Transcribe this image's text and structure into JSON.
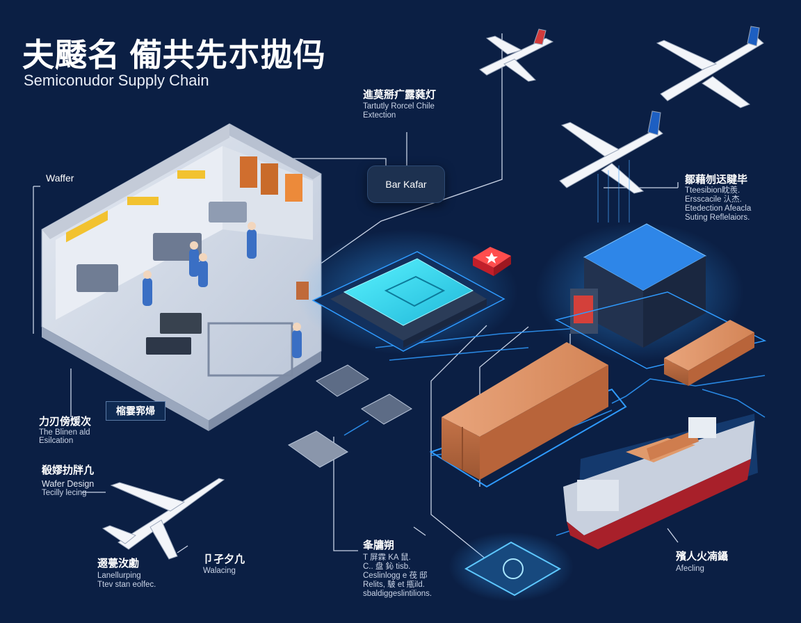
{
  "title": {
    "cn": "夫䬐名 僃共先朩拋㐷",
    "en": "Semiconudor Supply Chain"
  },
  "labels": {
    "wafer": "Waffer",
    "badge": "Bar Kafar",
    "top_center": {
      "cn": "進莫掰疒露蕤灯",
      "en1": "Tartutly Rorcel Chile",
      "en2": "Extection"
    },
    "right": {
      "cn": "鄒藉刎迗睷毕",
      "en1": "Tteesibion眈羨.",
      "en2": "Ersscacile 汄杰.",
      "en3": "Etedection Afeacla",
      "en4": "Suting Reflelaiors."
    },
    "left_mid": {
      "cn": "力刃傍煖次",
      "en1": "The Blinen ald",
      "en2": "Esilcation"
    },
    "tag": "樎霎郛㷌",
    "left_wafer": {
      "cn": "殽嫪扐牉凢",
      "en1": "Wafer Design",
      "en2": "Tecilly lecing"
    },
    "bottom_left": {
      "cn": "逫甍㳊勴",
      "en1": "Lanellurping",
      "en2": "Ttev stan eolfec."
    },
    "bottom_mid_left": {
      "cn": "卩孑夕凢",
      "en1": "Walacing"
    },
    "bottom_center": {
      "cn": "夆牗朔",
      "en1": "T 屏霖 KA 鼠.",
      "en2": "C.. 盘 鈊 tisb.",
      "en3": "Ceslinlogg e 茷 邸",
      "en4": "Relits, 駊 et 甁ild.",
      "en5": "sbaldiggeslintilions."
    },
    "bottom_right": {
      "cn": "殯人火㓓鑷",
      "en1": "Afecling"
    }
  },
  "colors": {
    "background": "#0b1f44",
    "accent_glow": "#2f9bff",
    "cyan_chip": "#39e0f0",
    "container": "#d98a5e",
    "line": "#c9d3e6"
  }
}
